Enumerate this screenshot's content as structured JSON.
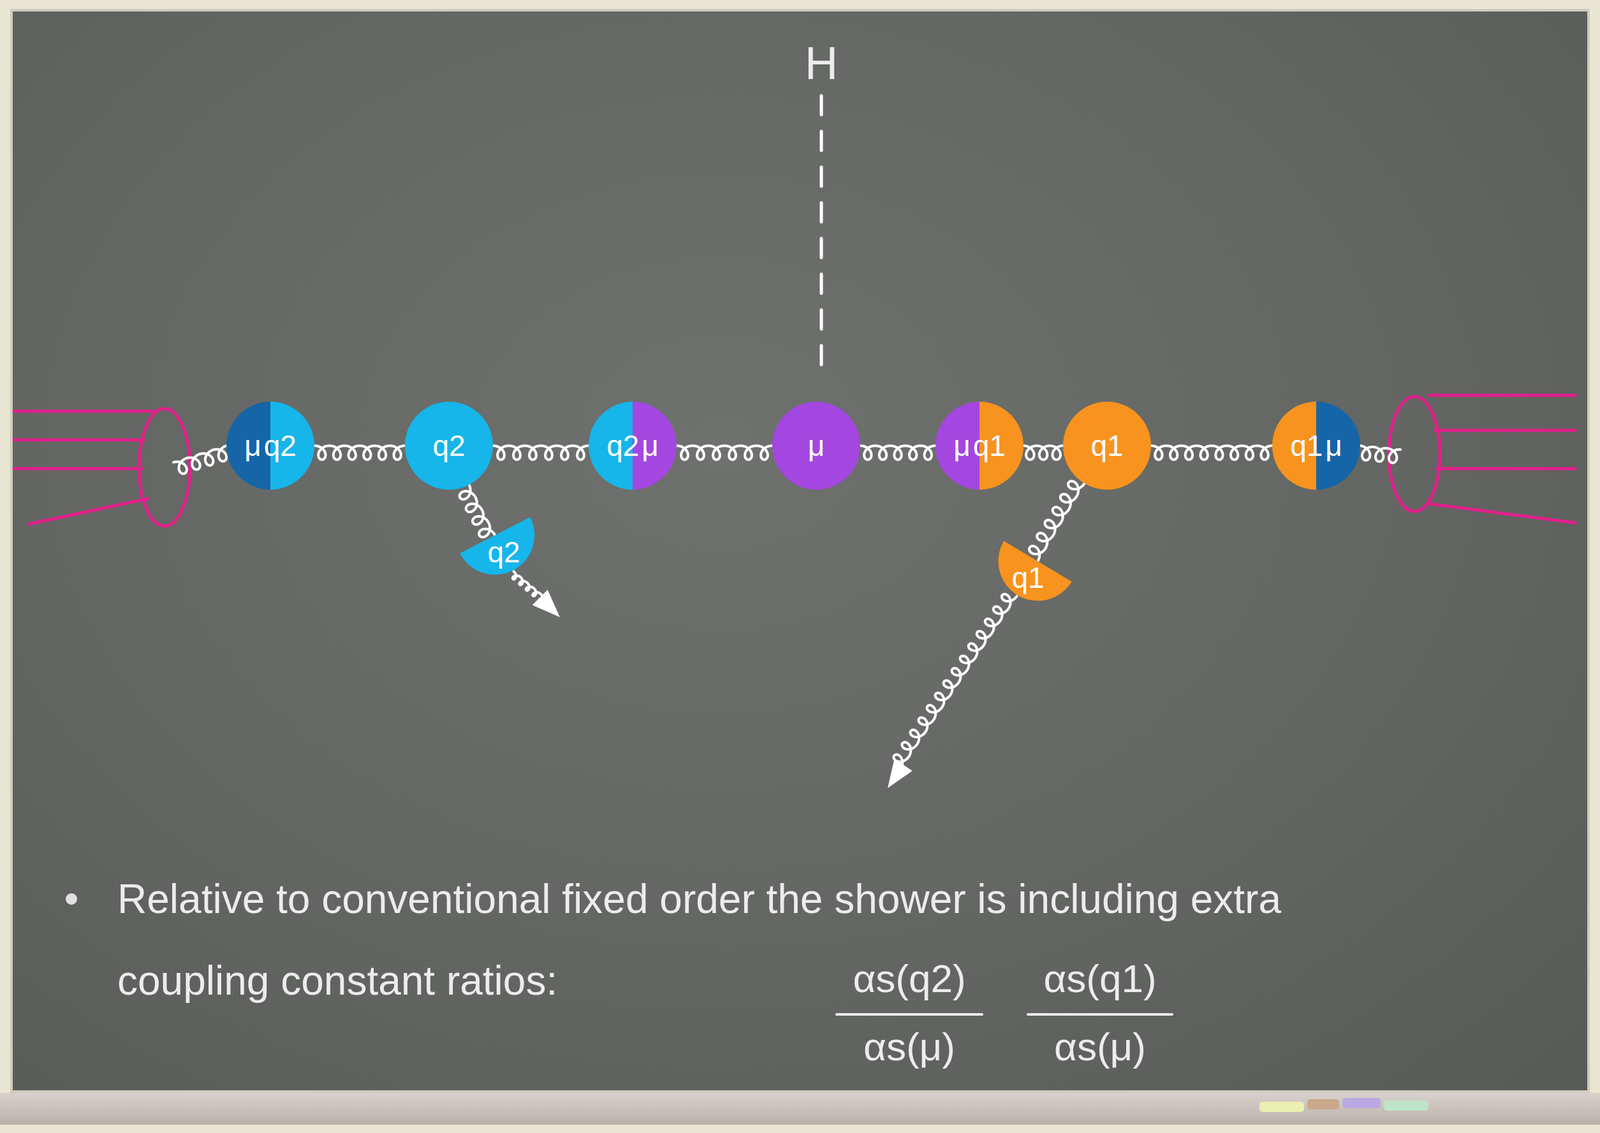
{
  "diagram": {
    "nodes": [
      {
        "text": [
          "μ",
          "q2"
        ]
      },
      {
        "text": [
          "q2"
        ]
      },
      {
        "text": [
          "q2",
          "μ"
        ]
      },
      {
        "text": [
          "μ"
        ]
      },
      {
        "text": [
          "μ",
          "q1"
        ]
      },
      {
        "text": [
          "q1"
        ]
      },
      {
        "text": [
          "q1",
          "μ"
        ]
      },
      {
        "text": [
          "q2"
        ]
      },
      {
        "text": [
          "q1"
        ]
      }
    ],
    "edges": [
      {
        "from": 0,
        "to": 1,
        "arrow": "none"
      },
      {
        "from": 1,
        "to": 2,
        "arrow": "none"
      },
      {
        "from": 2,
        "to": 3,
        "arrow": "none"
      },
      {
        "from": 3,
        "to": 4,
        "arrow": "none"
      },
      {
        "from": 4,
        "to": 5,
        "arrow": "none"
      },
      {
        "from": 5,
        "to": 6,
        "arrow": "none"
      },
      {
        "from": 1,
        "to": 7,
        "arrow": "none"
      },
      {
        "from": 5,
        "to": 8,
        "arrow": "none"
      }
    ],
    "labels": [
      "H",
      "Relative to conventional fixed order the shower is including extra coupling constant ratios:",
      "αs(q2)",
      "αs(μ)",
      "αs(q1)",
      "αs(μ)"
    ]
  }
}
